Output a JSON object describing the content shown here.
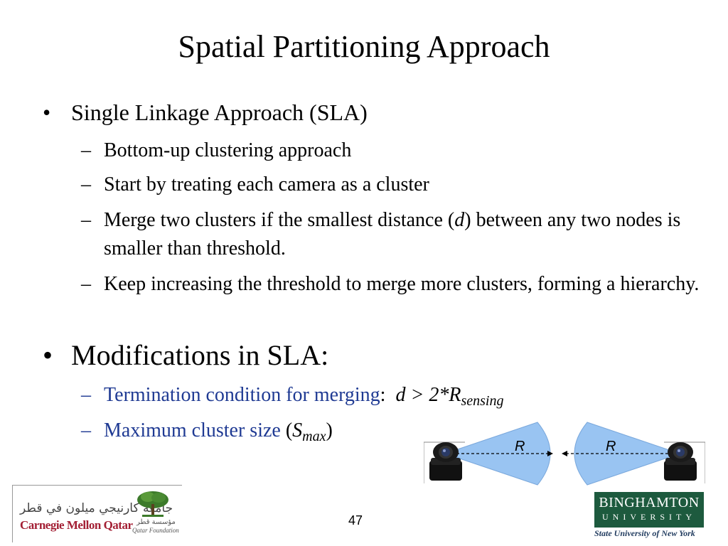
{
  "slide": {
    "title": "Spatial Partitioning Approach",
    "bullets": [
      {
        "text": "Single Linkage Approach (SLA)",
        "subs": [
          "Bottom-up clustering approach",
          "Start by treating each camera as a cluster",
          {
            "pre": "Merge two clusters if the smallest distance (",
            "ital": "d",
            "post": ") between any two nodes is smaller than threshold."
          },
          "Keep increasing the threshold to merge more clusters, forming a hierarchy."
        ]
      },
      {
        "text": "Modifications in SLA:",
        "subs": [
          {
            "blue": "Termination condition for merging",
            "colon": ":",
            "formula": "d > 2*R",
            "formula_sub": "sensing"
          },
          {
            "blue": "Maximum cluster size",
            "paren_open": " (",
            "var": "S",
            "var_sub": "max",
            "paren_close": ")"
          }
        ]
      }
    ],
    "bullet_symbol": "•",
    "dash_symbol": "–"
  },
  "diagram": {
    "left_label": "R",
    "right_label": "R",
    "sensing_color": "#99c4f2"
  },
  "footer": {
    "page_number": "47",
    "cmu_arabic": "جامعة كارنيجي ميلون في قطر",
    "cmu_name": "Carnegie Mellon Qatar",
    "qf_arabic": "مؤسسة قطر",
    "qf_name": "Qatar Foundation",
    "bu_name": "BINGHAMTON",
    "bu_univ": "UNIVERSITY",
    "bu_suny": "State University of New York",
    "bu_color": "#1d5a3e"
  }
}
